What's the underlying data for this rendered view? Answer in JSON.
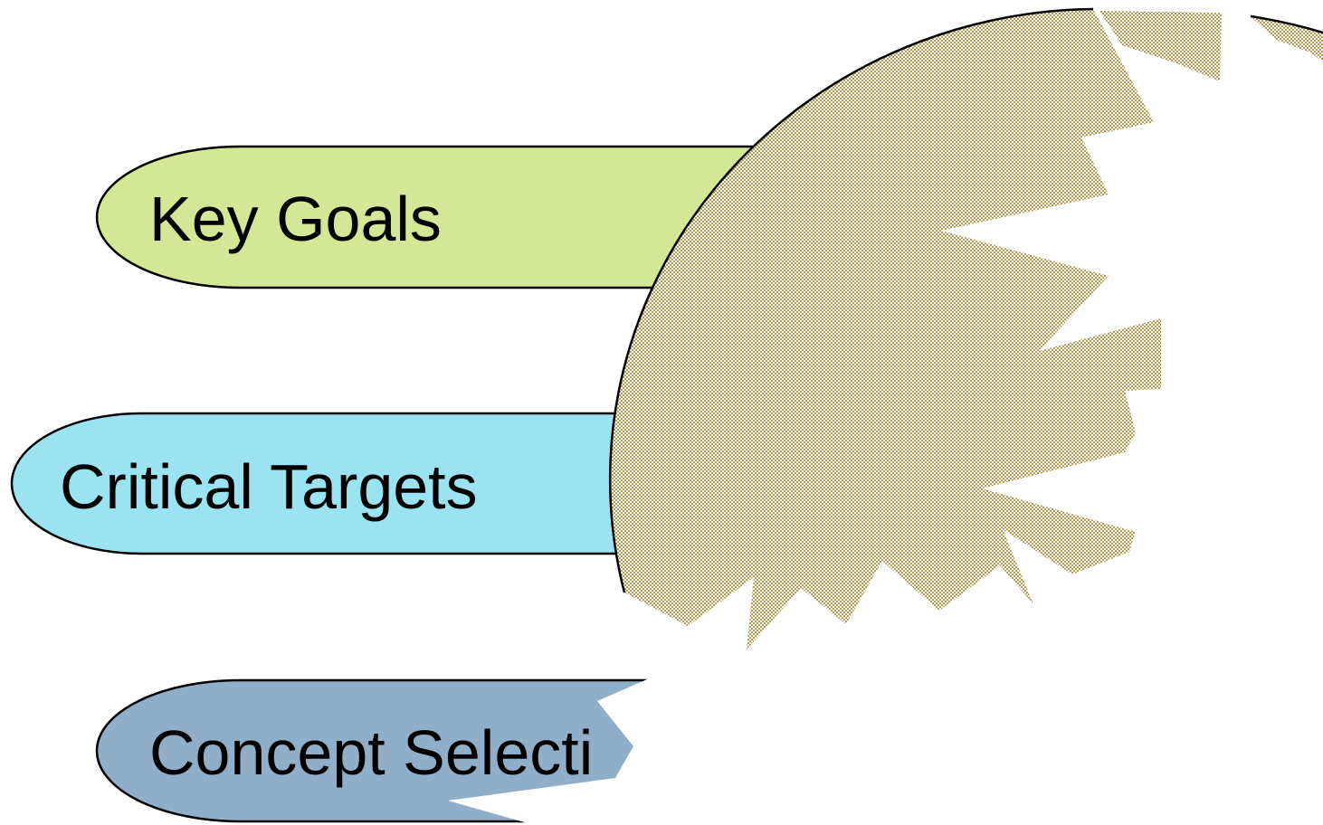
{
  "items": [
    {
      "label": "Key Goals",
      "color": "#d3e797"
    },
    {
      "label": "Critical Targets",
      "color": "#9be3f0"
    },
    {
      "label": "Concept Selecti",
      "color": "#90aec8"
    }
  ],
  "burst": {
    "color": "#b39a4f",
    "texture": "checker"
  }
}
